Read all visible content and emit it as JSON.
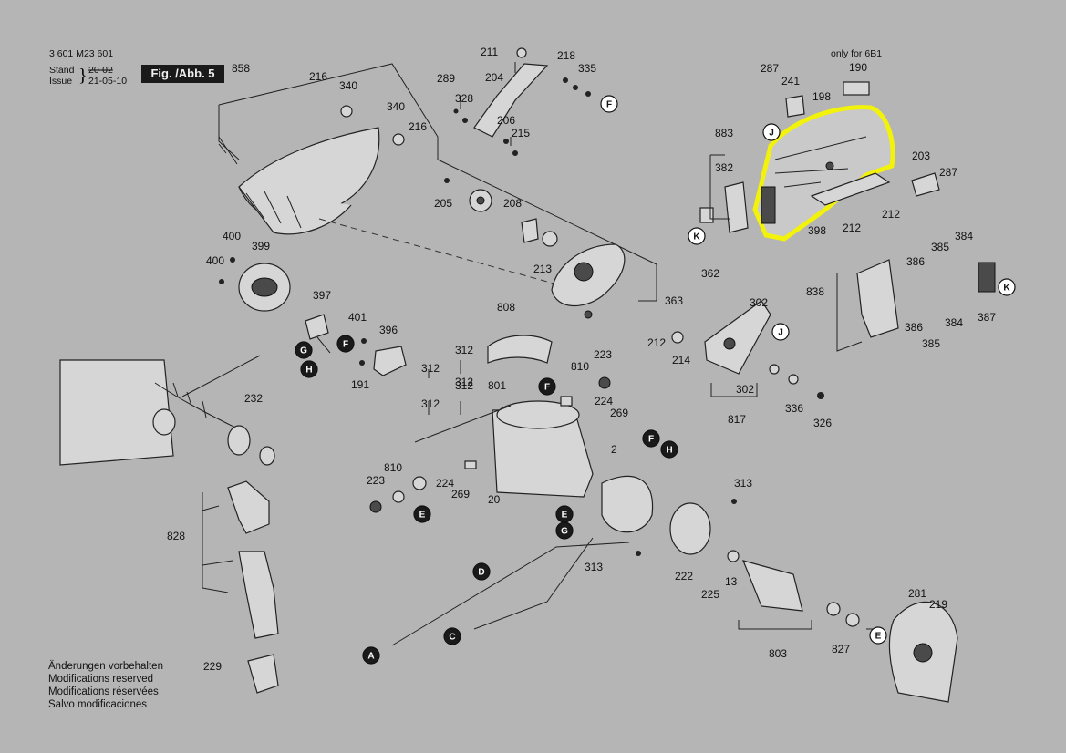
{
  "header": {
    "doc_number": "3 601 M23 601",
    "stand_label": "Stand",
    "stand_date": "20-02",
    "issue_label": "Issue",
    "issue_date": "21-05-10",
    "figure_label": "Fig. /Abb. 5"
  },
  "notice_6b1": "only for 6B1",
  "footer_notes": [
    "Änderungen vorbehalten",
    "Modifications reserved",
    "Modifications réservées",
    "Salvo modificaciones"
  ],
  "highlight_color": "#f2f20a",
  "part_numbers": {
    "p858": "858",
    "p216a": "216",
    "p340a": "340",
    "p340b": "340",
    "p216b": "216",
    "p211": "211",
    "p218": "218",
    "p335": "335",
    "p289": "289",
    "p204": "204",
    "p328": "328",
    "p206": "206",
    "p215": "215",
    "p205": "205",
    "p208": "208",
    "p213": "213",
    "p400a": "400",
    "p399": "399",
    "p400b": "400",
    "p397": "397",
    "p401": "401",
    "p396": "396",
    "p191": "191",
    "p232": "232",
    "p808": "808",
    "p312a": "312",
    "p312b": "312",
    "p312c": "312",
    "p312d": "312",
    "p312e": "312",
    "p801": "801",
    "p810a": "810",
    "p223a": "223",
    "p224a": "224",
    "p269a": "269",
    "p2": "2",
    "p810b": "810",
    "p223b": "223",
    "p224b": "224",
    "p269b": "269",
    "p20": "20",
    "p828": "828",
    "p229": "229",
    "p287a": "287",
    "p241": "241",
    "p190": "190",
    "p198": "198",
    "p883": "883",
    "p382": "382",
    "p203": "203",
    "p287b": "287",
    "p398": "398",
    "p212a": "212",
    "p212b": "212",
    "p362": "362",
    "p363": "363",
    "p302a": "302",
    "p212c": "212",
    "p214": "214",
    "p302b": "302",
    "p817": "817",
    "p336": "336",
    "p326": "326",
    "p838": "838",
    "p384a": "384",
    "p385a": "385",
    "p386a": "386",
    "p387": "387",
    "p386b": "386",
    "p384b": "384",
    "p385b": "385",
    "p313a": "313",
    "p313b": "313",
    "p222": "222",
    "p225": "225",
    "p13": "13",
    "p803": "803",
    "p827": "827",
    "p281": "281",
    "p219": "219"
  },
  "callouts": {
    "F1": "F",
    "F2": "F",
    "F3": "F",
    "F4": "F",
    "G1": "G",
    "G2": "G",
    "H1": "H",
    "H2": "H",
    "E1": "E",
    "E2": "E",
    "E3": "E",
    "J1": "J",
    "J2": "J",
    "K1": "K",
    "K2": "K",
    "D": "D",
    "C": "C",
    "A": "A"
  }
}
